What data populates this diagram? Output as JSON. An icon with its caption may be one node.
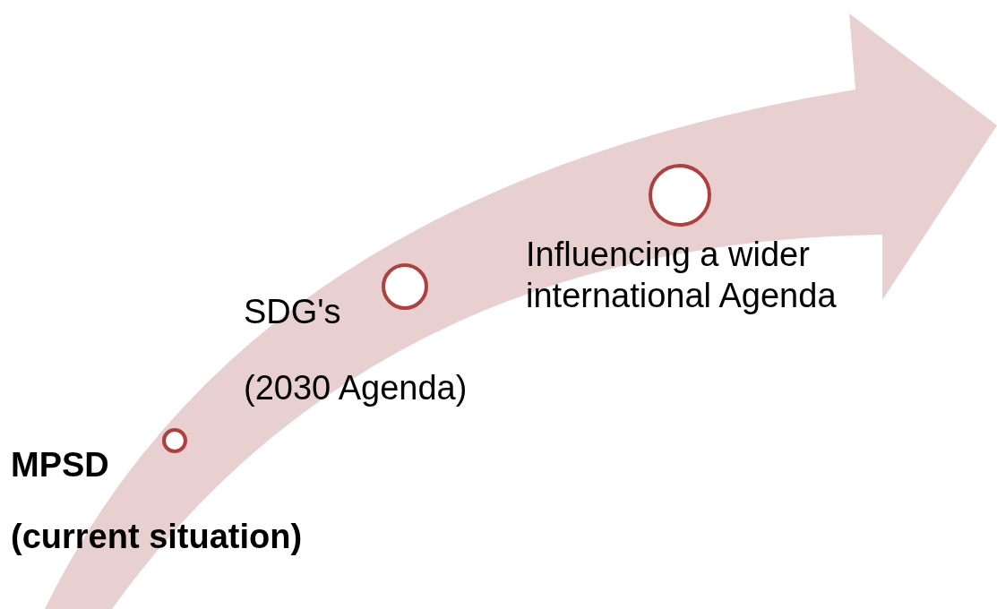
{
  "diagram": {
    "nodes": [
      {
        "text": [],
        "shape": "circle",
        "beside": [
          "MPSD",
          "(current situation)"
        ]
      },
      {
        "text": [],
        "shape": "circle",
        "beside": [
          "SDG's",
          "(2030 Agenda)"
        ]
      },
      {
        "text": [],
        "shape": "circle",
        "beside": [
          "Influencing a wider international Agenda"
        ]
      }
    ]
  }
}
